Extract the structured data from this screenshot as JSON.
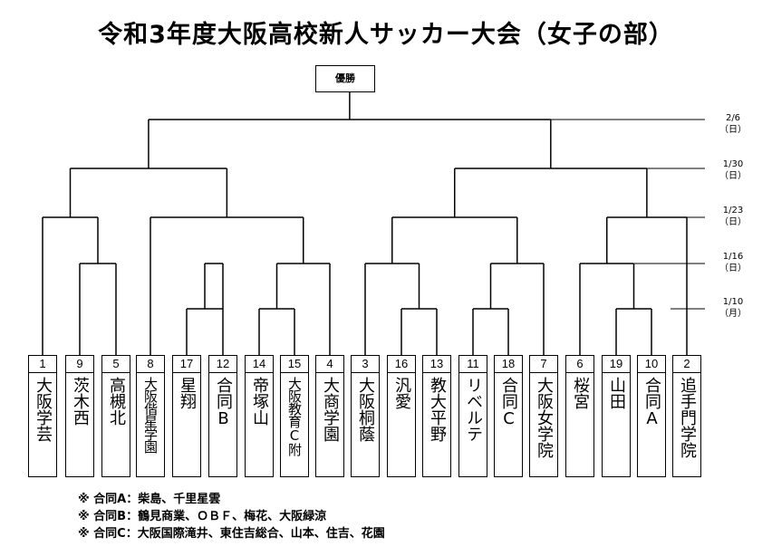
{
  "title": "令和3年度大阪高校新人サッカー大会（女子の部）",
  "champion_label": "優勝",
  "rounds": [
    {
      "date": "2/6",
      "day": "（日）"
    },
    {
      "date": "1/30",
      "day": "（日）"
    },
    {
      "date": "1/23",
      "day": "（日）"
    },
    {
      "date": "1/16",
      "day": "（日）"
    },
    {
      "date": "1/10",
      "day": "（月）"
    }
  ],
  "teams": [
    {
      "seed": "1",
      "name": "大阪学芸"
    },
    {
      "seed": "9",
      "name": "茨木西"
    },
    {
      "seed": "5",
      "name": "高槻北"
    },
    {
      "seed": "8",
      "name": "大阪偕星学園"
    },
    {
      "seed": "17",
      "name": "星翔"
    },
    {
      "seed": "12",
      "name": "合同B"
    },
    {
      "seed": "14",
      "name": "帝塚山"
    },
    {
      "seed": "15",
      "name": "大阪教育C附"
    },
    {
      "seed": "4",
      "name": "大商学園"
    },
    {
      "seed": "3",
      "name": "大阪桐蔭"
    },
    {
      "seed": "16",
      "name": "汎愛"
    },
    {
      "seed": "13",
      "name": "教大平野"
    },
    {
      "seed": "11",
      "name": "リベルテ"
    },
    {
      "seed": "18",
      "name": "合同C"
    },
    {
      "seed": "7",
      "name": "大阪女学院"
    },
    {
      "seed": "6",
      "name": "桜宮"
    },
    {
      "seed": "19",
      "name": "山田"
    },
    {
      "seed": "10",
      "name": "合同A"
    },
    {
      "seed": "2",
      "name": "追手門学院"
    }
  ],
  "notes": [
    "※ 合同A：柴島、千里星雲",
    "※ 合同B：鶴見商業、ＯＢＦ、梅花、大阪緑涼",
    "※ 合同C：大阪国際滝井、東住吉総合、山本、住吉、花園"
  ]
}
